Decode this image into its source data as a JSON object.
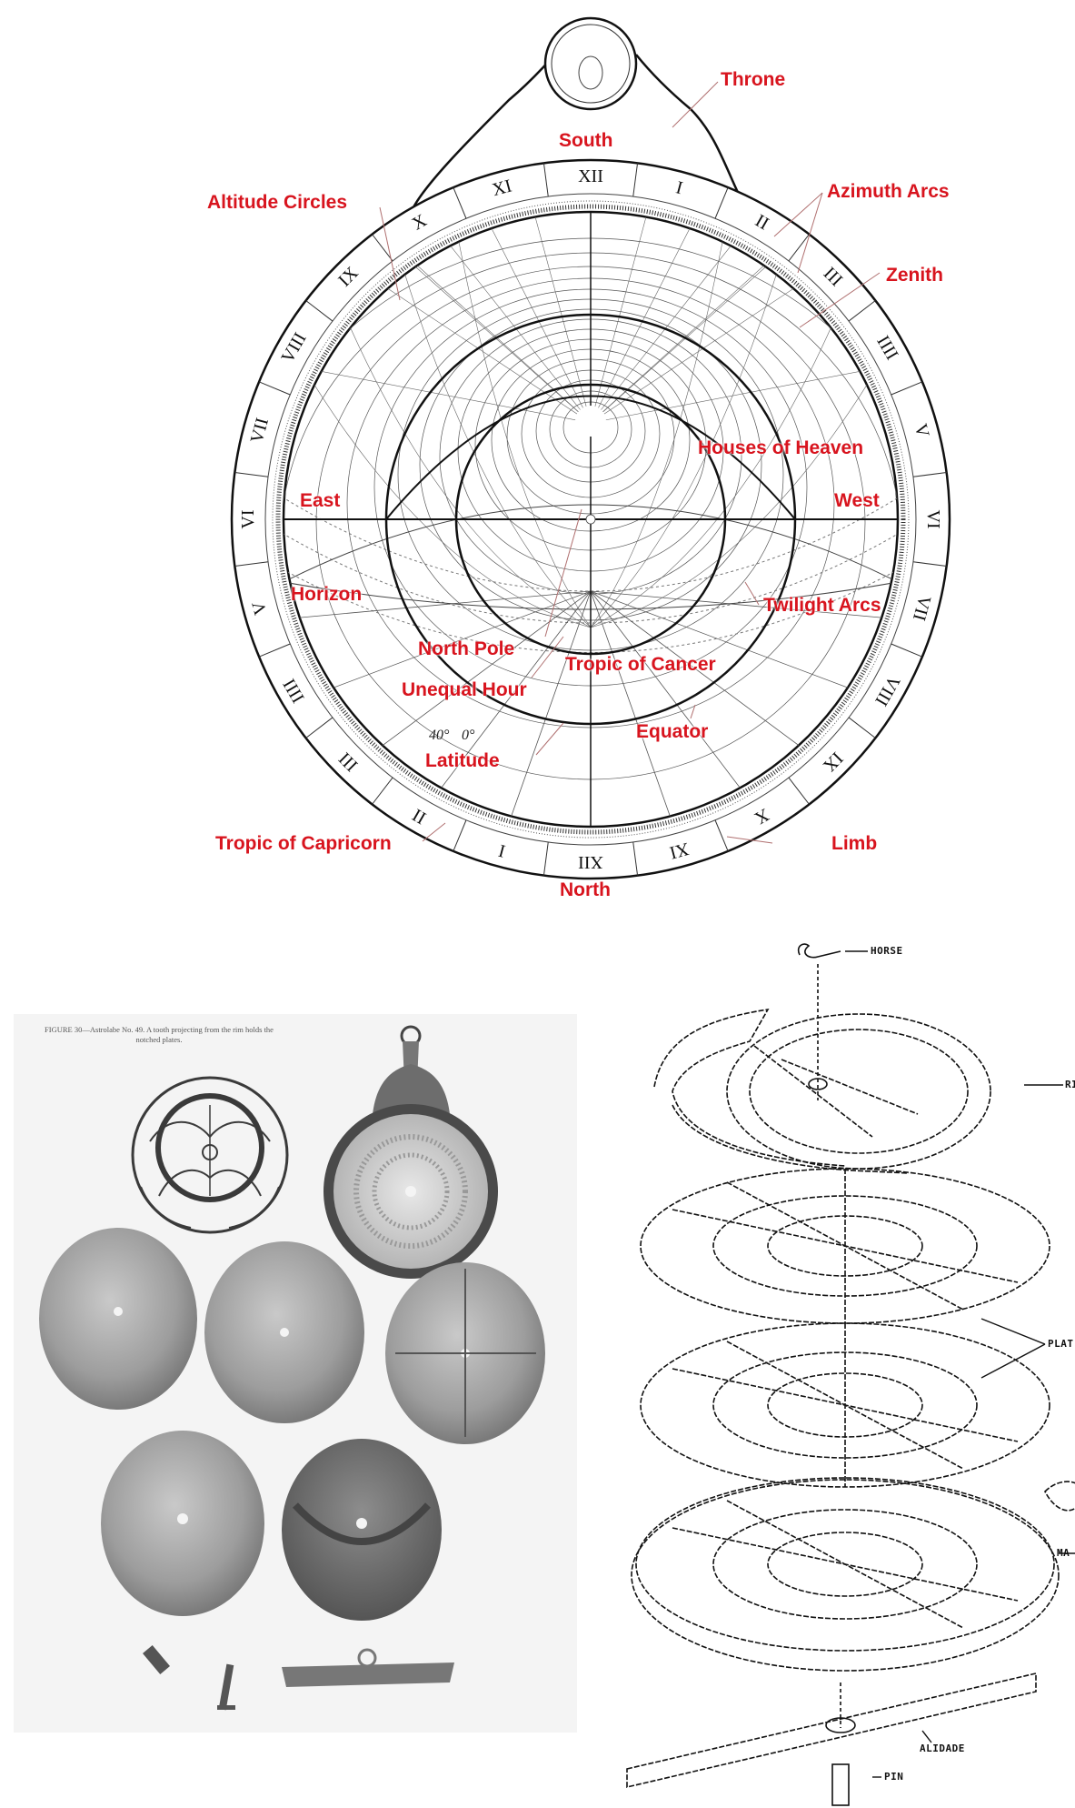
{
  "astrolabe_diagram": {
    "labels": {
      "throne": "Throne",
      "south": "South",
      "altitude_circles": "Altitude Circles",
      "azimuth_arcs": "Azimuth Arcs",
      "zenith": "Zenith",
      "houses_of_heaven": "Houses of Heaven",
      "east": "East",
      "west": "West",
      "horizon": "Horizon",
      "twilight_arcs": "Twilight Arcs",
      "north_pole": "North Pole",
      "tropic_of_cancer": "Tropic of Cancer",
      "unequal_hour": "Unequal Hour",
      "equator": "Equator",
      "latitude": "Latitude",
      "tropic_of_capricorn": "Tropic of Capricorn",
      "limb": "Limb",
      "north": "North"
    },
    "degree_marks": {
      "latitude_value": "40°",
      "zero_value": "0°"
    },
    "hour_numerals": [
      "XII",
      "I",
      "II",
      "III",
      "IIII",
      "V",
      "VI",
      "VII",
      "VIII",
      "IX",
      "X",
      "XI",
      "XII",
      "I",
      "II",
      "III",
      "IIII",
      "V",
      "VI",
      "VII",
      "VIII",
      "IX",
      "X",
      "XI"
    ],
    "label_color": "#d8141e"
  },
  "photo": {
    "caption": "FIGURE 30—Astrolabe No. 49. A tooth projecting from the rim holds the notched plates."
  },
  "exploded_diagram": {
    "labels": {
      "horse": "HORSE",
      "rete": "RI",
      "plates": "PLAT",
      "mater": "MA",
      "alidade": "ALIDADE",
      "pin": "PIN"
    }
  }
}
